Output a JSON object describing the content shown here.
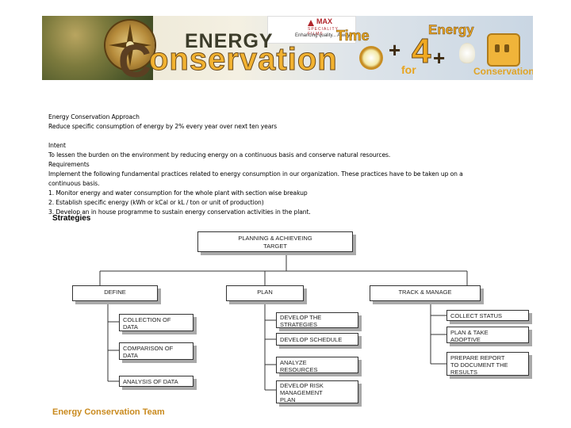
{
  "banner": {
    "logo_brand": "MAX",
    "logo_sub": "SPECIALITY FILMS",
    "logo_tagline": "Enhancing quality... Always",
    "energy": "ENERGY",
    "conservation_c": "C",
    "conservation_rest": "onservation",
    "time": "Time",
    "plus": "+",
    "four": "4",
    "for": "for",
    "energy_small": "Energy",
    "conservation_small": "Conservation"
  },
  "text": {
    "approach_title": "Energy Conservation Approach",
    "approach_body": "Reduce specific consumption of energy by 2% every year over next ten years",
    "intent_title": "Intent",
    "intent_body": "To lessen the burden on the environment by reducing energy on a continuous basis and conserve natural resources.",
    "requirements_title": "Requirements",
    "requirements_body_1": "Implement the following fundamental practices related to energy consumption in our organization. These practices have to be taken up on a",
    "requirements_body_2": "continuous basis.",
    "item_1": "1. Monitor energy and water consumption for the whole plant with section wise breakup",
    "item_2": "2. Establish specific energy (kWh or kCal or kL / ton or unit of production)",
    "item_3": "3. Develop an in house programme to sustain energy conservation activities in the plant."
  },
  "diagram": {
    "heading": "Strategies",
    "root_1": "PLANNING & ACHIEVEING",
    "root_2": "TARGET",
    "define": "DEFINE",
    "plan": "PLAN",
    "track": "TRACK & MANAGE",
    "define_items": [
      [
        "COLLECTION OF",
        "DATA"
      ],
      [
        "COMPARISON OF",
        "DATA"
      ],
      [
        "ANALYSIS OF DATA",
        ""
      ]
    ],
    "plan_items": [
      [
        "DEVELOP THE",
        "STRATEGIES",
        ""
      ],
      [
        "DEVELOP SCHEDULE",
        "",
        ""
      ],
      [
        "ANALYZE",
        "RESOURCES",
        ""
      ],
      [
        "DEVELOP RISK",
        "MANAGEMENT",
        "PLAN"
      ]
    ],
    "track_items": [
      [
        "COLLECT STATUS",
        "",
        ""
      ],
      [
        "PLAN & TAKE",
        "ADOPTIVE",
        ""
      ],
      [
        "PREPARE REPORT",
        "TO DOCUMENT THE",
        "RESULTS"
      ]
    ]
  },
  "footer": {
    "team": "Energy Conservation Team"
  }
}
